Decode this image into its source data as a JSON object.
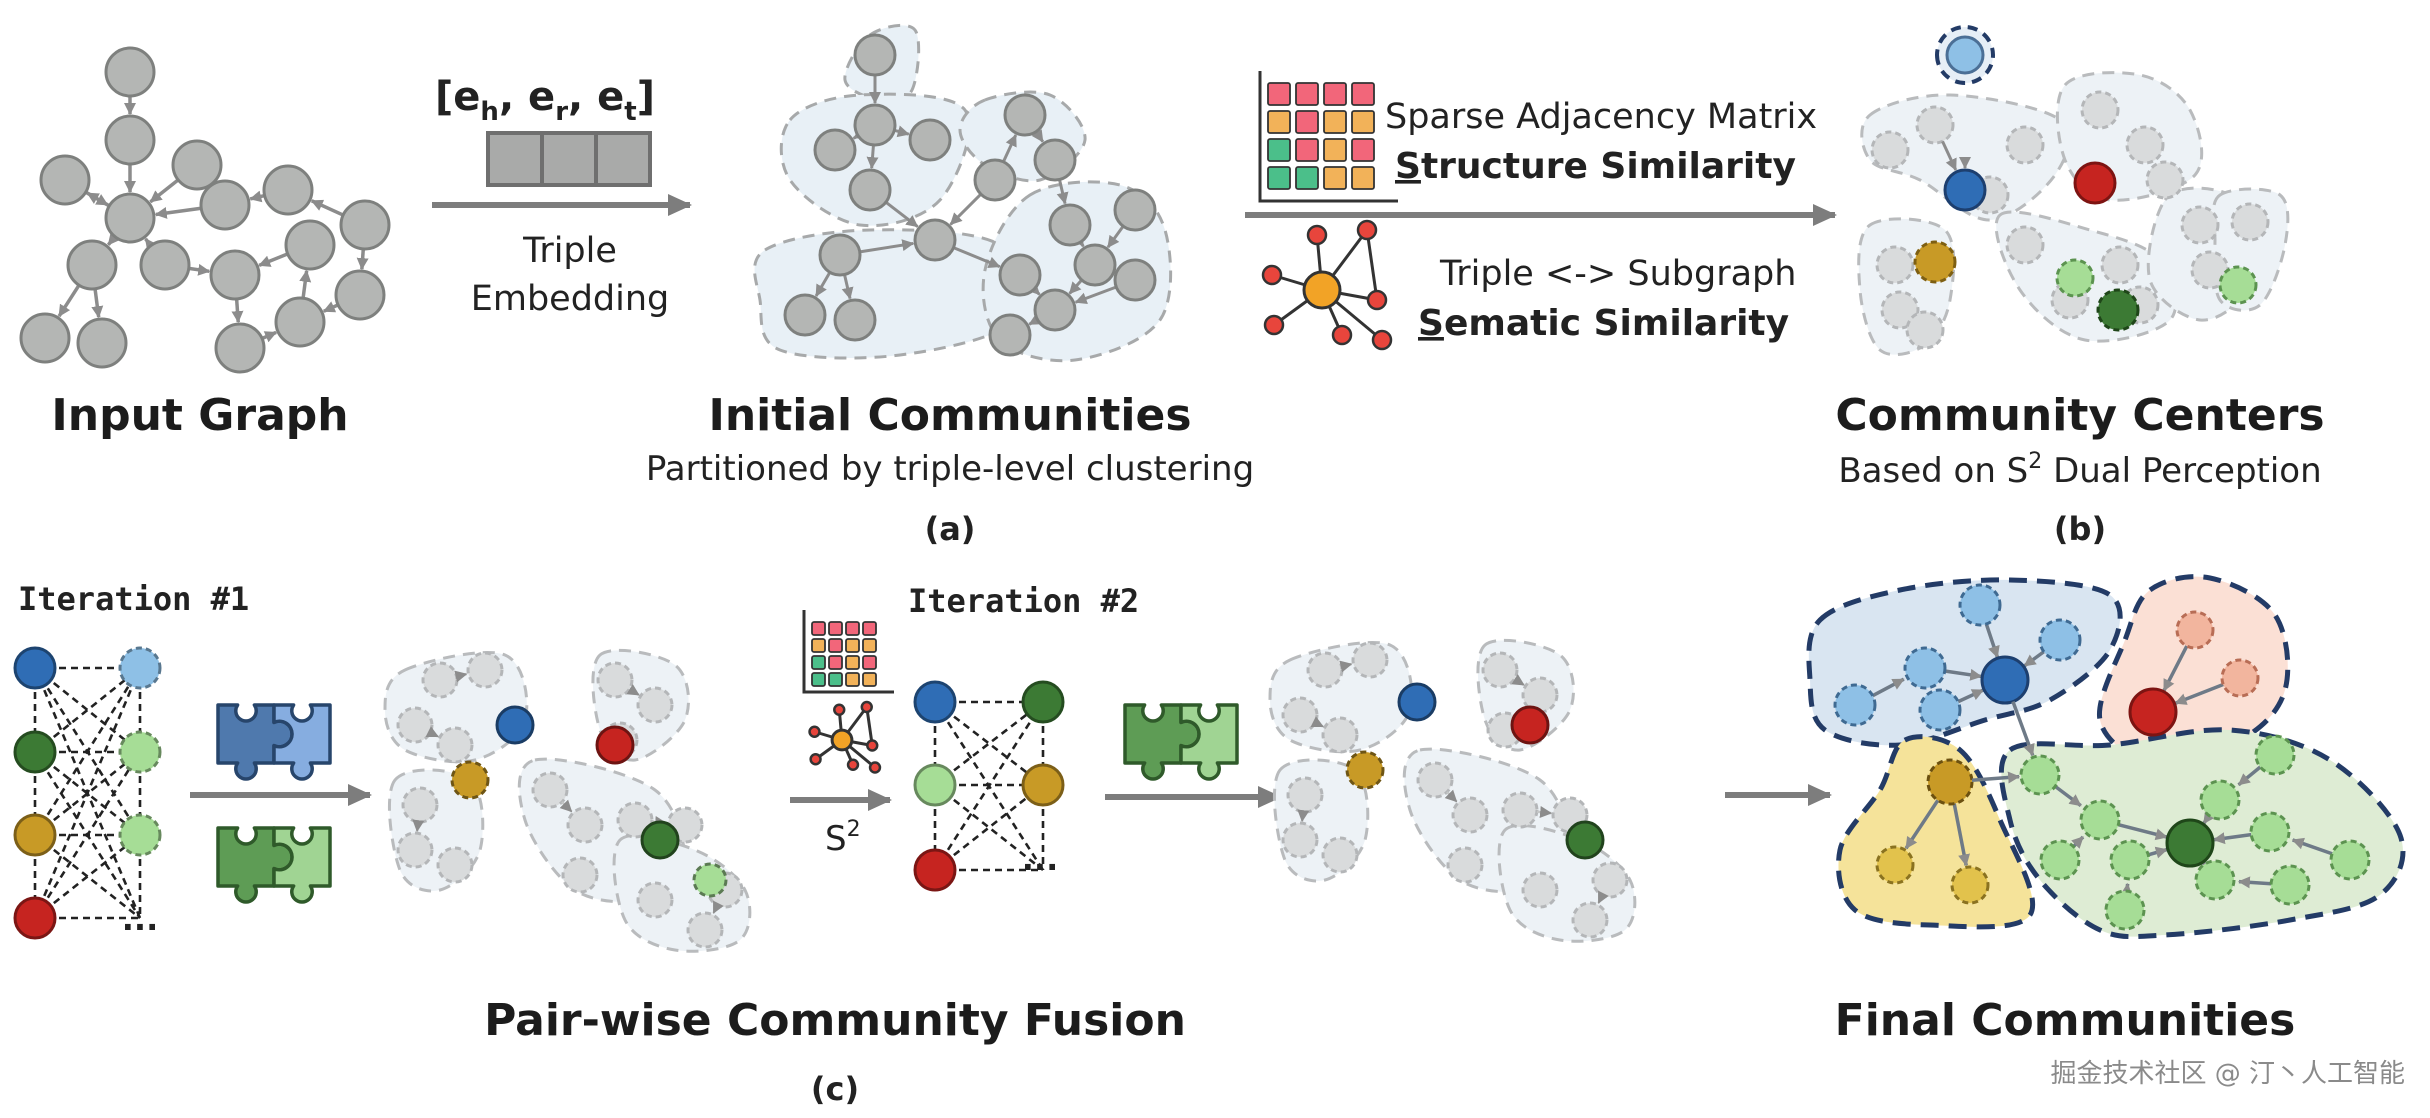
{
  "panel_a": {
    "input_graph_title": "Input Graph",
    "embedding_vector": {
      "open": "[e",
      "h": "h",
      "sep1": ", e",
      "r": "r",
      "sep2": ", e",
      "t": "t",
      "close": "]"
    },
    "embedding_label_line1": "Triple",
    "embedding_label_line2": "Embedding",
    "initial_title": "Initial Communities",
    "initial_subtitle": "Partitioned by triple-level clustering",
    "caption": "(a)"
  },
  "panel_b": {
    "matrix_label": "Sparse Adjacency Matrix",
    "structure_sim": {
      "initial": "S",
      "rest": "tructure Similarity"
    },
    "subgraph_label": "Triple <-> Subgraph",
    "sematic_sim": {
      "initial": "S",
      "rest": "ematic Similarity"
    },
    "centers_title": "Community Centers",
    "centers_subtitle_pre": "Based on S",
    "centers_subtitle_sup": "2",
    "centers_subtitle_post": " Dual Perception",
    "caption": "(b)"
  },
  "panel_c": {
    "iteration1": "Iteration #1",
    "iteration2": "Iteration #2",
    "ellipsis": "...",
    "s2_base": "S",
    "s2_sup": "2",
    "fusion_title": "Pair-wise Community Fusion",
    "final_title": "Final Communities",
    "caption": "(c)"
  },
  "colors": {
    "gray_node": "#b4b6b4",
    "gray_edge": "#8c8c8c",
    "blue_dark": "#2f6db5",
    "blue_light": "#8ec0e6",
    "green_dark": "#3c7a34",
    "green_light": "#a6dd96",
    "gold": "#c89a26",
    "red": "#c62420",
    "salmon": "#f2b59e",
    "orange": "#f2a326",
    "community_fill": "#e8f0f6"
  },
  "watermark": "掘金技术社区 @ 汀丶人工智能"
}
